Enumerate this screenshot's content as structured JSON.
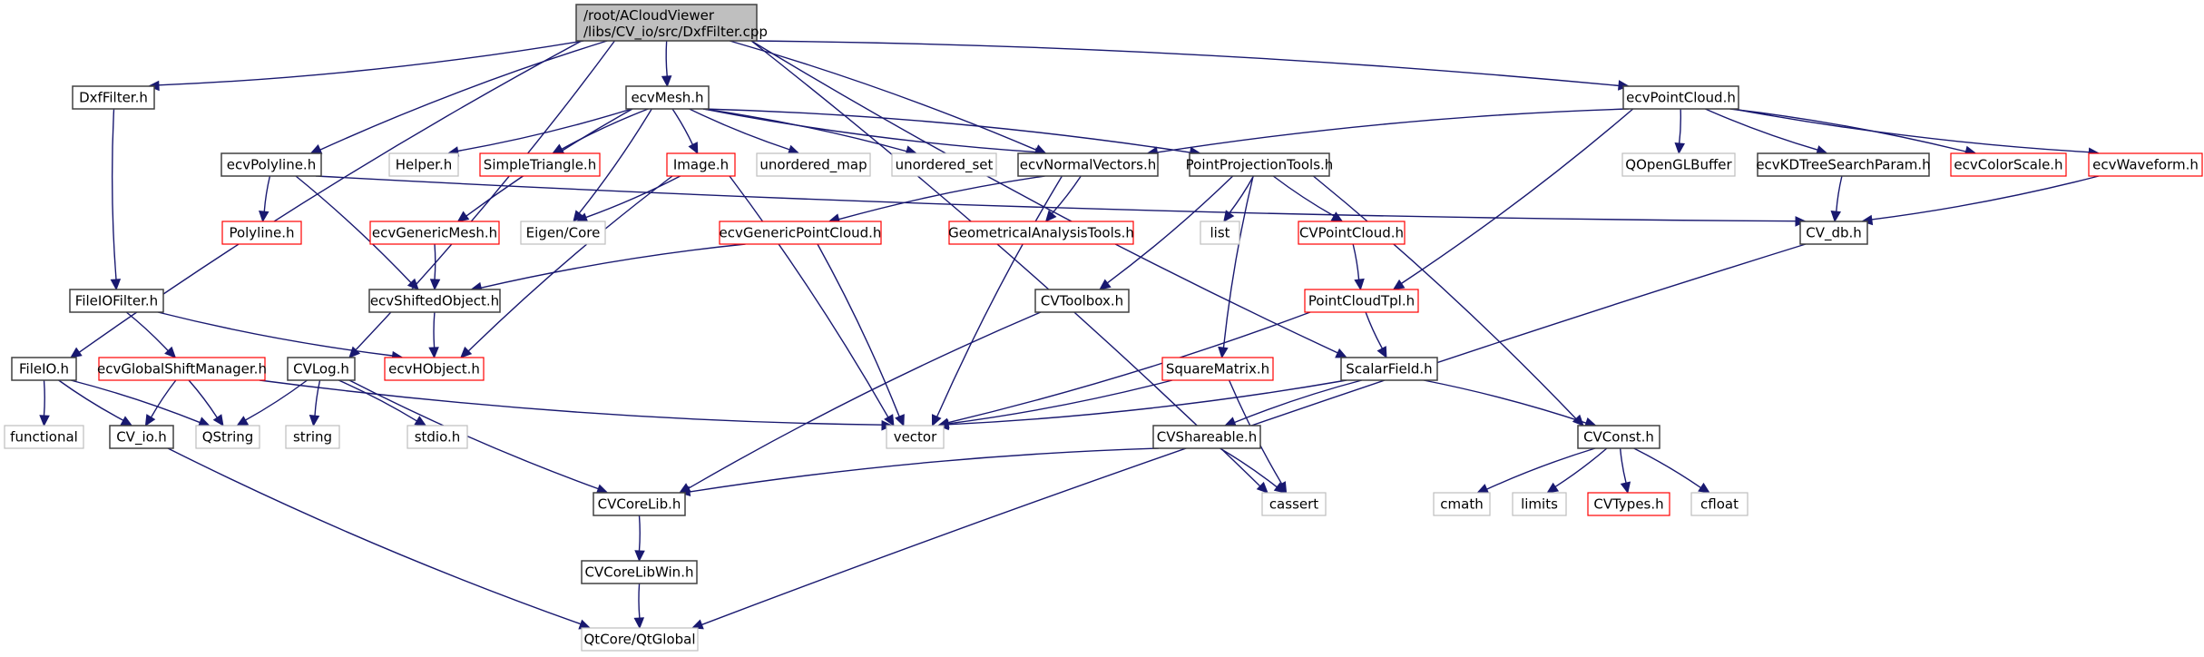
{
  "diagram": {
    "type": "include-dependency-graph",
    "colors": {
      "edge": "#191970",
      "root_fill": "#bfbfbf",
      "root_border": "#404040",
      "documented_border": "#404040",
      "undocumented_border": "#ff0000",
      "external_border": "#bfbfbf",
      "node_fill": "#ffffff"
    },
    "root": {
      "id": "root",
      "lines": [
        "/root/ACloudViewer",
        "/libs/CV_io/src/DxfFilter.cpp"
      ]
    },
    "nodes": [
      {
        "id": "DxfFilter",
        "label": "DxfFilter.h",
        "kind": "documented"
      },
      {
        "id": "ecvMesh",
        "label": "ecvMesh.h",
        "kind": "documented"
      },
      {
        "id": "ecvPointCloud",
        "label": "ecvPointCloud.h",
        "kind": "documented"
      },
      {
        "id": "ecvPolyline",
        "label": "ecvPolyline.h",
        "kind": "documented"
      },
      {
        "id": "Helper",
        "label": "Helper.h",
        "kind": "external"
      },
      {
        "id": "SimpleTriangle",
        "label": "SimpleTriangle.h",
        "kind": "undocumented"
      },
      {
        "id": "Image",
        "label": "Image.h",
        "kind": "undocumented"
      },
      {
        "id": "unordered_map",
        "label": "unordered_map",
        "kind": "external"
      },
      {
        "id": "unordered_set",
        "label": "unordered_set",
        "kind": "external"
      },
      {
        "id": "ecvNormalVectors",
        "label": "ecvNormalVectors.h",
        "kind": "documented"
      },
      {
        "id": "PointProjectionTools",
        "label": "PointProjectionTools.h",
        "kind": "documented"
      },
      {
        "id": "QOpenGLBuffer",
        "label": "QOpenGLBuffer",
        "kind": "external"
      },
      {
        "id": "ecvKDTreeSearchParam",
        "label": "ecvKDTreeSearchParam.h",
        "kind": "documented"
      },
      {
        "id": "ecvColorScale",
        "label": "ecvColorScale.h",
        "kind": "undocumented"
      },
      {
        "id": "ecvWaveform",
        "label": "ecvWaveform.h",
        "kind": "undocumented"
      },
      {
        "id": "Polyline",
        "label": "Polyline.h",
        "kind": "undocumented"
      },
      {
        "id": "ecvGenericMesh",
        "label": "ecvGenericMesh.h",
        "kind": "undocumented"
      },
      {
        "id": "EigenCore",
        "label": "Eigen/Core",
        "kind": "external"
      },
      {
        "id": "ecvGenericPointCloud",
        "label": "ecvGenericPointCloud.h",
        "kind": "undocumented"
      },
      {
        "id": "GeometricalAnalysisTools",
        "label": "GeometricalAnalysisTools.h",
        "kind": "undocumented"
      },
      {
        "id": "list",
        "label": "list",
        "kind": "external"
      },
      {
        "id": "CVPointCloud",
        "label": "CVPointCloud.h",
        "kind": "undocumented"
      },
      {
        "id": "CV_db",
        "label": "CV_db.h",
        "kind": "documented"
      },
      {
        "id": "FileIOFilter",
        "label": "FileIOFilter.h",
        "kind": "documented"
      },
      {
        "id": "ecvShiftedObject",
        "label": "ecvShiftedObject.h",
        "kind": "documented"
      },
      {
        "id": "CVToolbox",
        "label": "CVToolbox.h",
        "kind": "documented"
      },
      {
        "id": "PointCloudTpl",
        "label": "PointCloudTpl.h",
        "kind": "undocumented"
      },
      {
        "id": "FileIO",
        "label": "FileIO.h",
        "kind": "documented"
      },
      {
        "id": "ecvGlobalShiftManager",
        "label": "ecvGlobalShiftManager.h",
        "kind": "undocumented"
      },
      {
        "id": "CVLog",
        "label": "CVLog.h",
        "kind": "documented"
      },
      {
        "id": "ecvHObject",
        "label": "ecvHObject.h",
        "kind": "undocumented"
      },
      {
        "id": "SquareMatrix",
        "label": "SquareMatrix.h",
        "kind": "undocumented"
      },
      {
        "id": "ScalarField",
        "label": "ScalarField.h",
        "kind": "documented"
      },
      {
        "id": "functional",
        "label": "functional",
        "kind": "external"
      },
      {
        "id": "CV_io",
        "label": "CV_io.h",
        "kind": "documented"
      },
      {
        "id": "QString",
        "label": "QString",
        "kind": "external"
      },
      {
        "id": "string",
        "label": "string",
        "kind": "external"
      },
      {
        "id": "stdio",
        "label": "stdio.h",
        "kind": "external"
      },
      {
        "id": "vector",
        "label": "vector",
        "kind": "external"
      },
      {
        "id": "CVShareable",
        "label": "CVShareable.h",
        "kind": "documented"
      },
      {
        "id": "CVConst",
        "label": "CVConst.h",
        "kind": "documented"
      },
      {
        "id": "CVCoreLib",
        "label": "CVCoreLib.h",
        "kind": "documented"
      },
      {
        "id": "cassert",
        "label": "cassert",
        "kind": "external"
      },
      {
        "id": "cmath",
        "label": "cmath",
        "kind": "external"
      },
      {
        "id": "limits",
        "label": "limits",
        "kind": "external"
      },
      {
        "id": "CVTypes",
        "label": "CVTypes.h",
        "kind": "undocumented"
      },
      {
        "id": "cfloat",
        "label": "cfloat",
        "kind": "external"
      },
      {
        "id": "CVCoreLibWin",
        "label": "CVCoreLibWin.h",
        "kind": "documented"
      },
      {
        "id": "QtGlobal",
        "label": "QtCore/QtGlobal",
        "kind": "external"
      }
    ],
    "edges": [
      [
        "root",
        "DxfFilter"
      ],
      [
        "root",
        "ecvMesh"
      ],
      [
        "root",
        "ecvPointCloud"
      ],
      [
        "root",
        "ecvPolyline"
      ],
      [
        "root",
        "ecvNormalVectors"
      ],
      [
        "root",
        "FileIO"
      ],
      [
        "root",
        "CVLog"
      ],
      [
        "root",
        "ScalarField"
      ],
      [
        "root",
        "cassert"
      ],
      [
        "DxfFilter",
        "FileIOFilter"
      ],
      [
        "FileIOFilter",
        "ecvGlobalShiftManager"
      ],
      [
        "FileIOFilter",
        "ecvHObject"
      ],
      [
        "ecvMesh",
        "Helper"
      ],
      [
        "ecvMesh",
        "SimpleTriangle"
      ],
      [
        "ecvMesh",
        "Image"
      ],
      [
        "ecvMesh",
        "unordered_map"
      ],
      [
        "ecvMesh",
        "unordered_set"
      ],
      [
        "ecvMesh",
        "ecvNormalVectors"
      ],
      [
        "ecvMesh",
        "PointProjectionTools"
      ],
      [
        "ecvMesh",
        "ecvGenericMesh"
      ],
      [
        "ecvMesh",
        "EigenCore"
      ],
      [
        "ecvPointCloud",
        "ecvNormalVectors"
      ],
      [
        "ecvPointCloud",
        "QOpenGLBuffer"
      ],
      [
        "ecvPointCloud",
        "ecvKDTreeSearchParam"
      ],
      [
        "ecvPointCloud",
        "ecvColorScale"
      ],
      [
        "ecvPointCloud",
        "ecvWaveform"
      ],
      [
        "ecvPointCloud",
        "PointCloudTpl"
      ],
      [
        "ecvPolyline",
        "Polyline"
      ],
      [
        "ecvPolyline",
        "ecvShiftedObject"
      ],
      [
        "ecvPolyline",
        "CV_db"
      ],
      [
        "Image",
        "EigenCore"
      ],
      [
        "Image",
        "ecvHObject"
      ],
      [
        "Image",
        "vector"
      ],
      [
        "ecvNormalVectors",
        "ecvGenericPointCloud"
      ],
      [
        "ecvNormalVectors",
        "GeometricalAnalysisTools"
      ],
      [
        "ecvNormalVectors",
        "vector"
      ],
      [
        "PointProjectionTools",
        "list"
      ],
      [
        "PointProjectionTools",
        "CVPointCloud"
      ],
      [
        "PointProjectionTools",
        "CVToolbox"
      ],
      [
        "PointProjectionTools",
        "SquareMatrix"
      ],
      [
        "PointProjectionTools",
        "CVConst"
      ],
      [
        "ecvKDTreeSearchParam",
        "CV_db"
      ],
      [
        "ecvWaveform",
        "CV_db"
      ],
      [
        "CV_db",
        "QtGlobal"
      ],
      [
        "ecvGenericMesh",
        "ecvShiftedObject"
      ],
      [
        "ecvGenericPointCloud",
        "ecvShiftedObject"
      ],
      [
        "ecvGenericPointCloud",
        "vector"
      ],
      [
        "ecvShiftedObject",
        "ecvHObject"
      ],
      [
        "CVPointCloud",
        "PointCloudTpl"
      ],
      [
        "PointCloudTpl",
        "ScalarField"
      ],
      [
        "PointCloudTpl",
        "vector"
      ],
      [
        "CVToolbox",
        "CVCoreLib"
      ],
      [
        "FileIO",
        "functional"
      ],
      [
        "FileIO",
        "CV_io"
      ],
      [
        "FileIO",
        "QString"
      ],
      [
        "ecvGlobalShiftManager",
        "CV_io"
      ],
      [
        "ecvGlobalShiftManager",
        "QString"
      ],
      [
        "ecvGlobalShiftManager",
        "vector"
      ],
      [
        "CVLog",
        "QString"
      ],
      [
        "CVLog",
        "string"
      ],
      [
        "CVLog",
        "stdio"
      ],
      [
        "CVLog",
        "CVCoreLib"
      ],
      [
        "SquareMatrix",
        "vector"
      ],
      [
        "SquareMatrix",
        "cassert"
      ],
      [
        "ScalarField",
        "vector"
      ],
      [
        "ScalarField",
        "CVShareable"
      ],
      [
        "ScalarField",
        "CVConst"
      ],
      [
        "CVShareable",
        "CVCoreLib"
      ],
      [
        "CVShareable",
        "cassert"
      ],
      [
        "CVConst",
        "cmath"
      ],
      [
        "CVConst",
        "limits"
      ],
      [
        "CVConst",
        "CVTypes"
      ],
      [
        "CVConst",
        "cfloat"
      ],
      [
        "CV_io",
        "QtGlobal"
      ],
      [
        "CVCoreLib",
        "CVCoreLibWin"
      ],
      [
        "CVCoreLibWin",
        "QtGlobal"
      ]
    ]
  }
}
